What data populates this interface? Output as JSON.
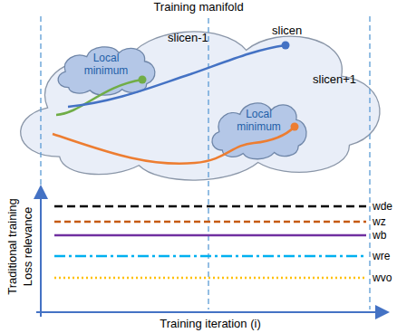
{
  "diagram": {
    "nodes": [
      {
        "text": [
          "Training manifold"
        ]
      },
      {
        "text": [
          "Local minimum"
        ],
        "in": 0
      },
      {
        "text": [
          "Local minimum"
        ],
        "in": 0
      }
    ],
    "labels": [
      "slicen-1",
      "slicen",
      "slicen+1",
      "Traditional training",
      "Loss relevance",
      "Training iteration (i)"
    ],
    "legend": [
      {
        "text": "wde"
      },
      {
        "text": "wz"
      },
      {
        "text": "wb"
      },
      {
        "text": "wre"
      },
      {
        "text": "wvo"
      }
    ]
  }
}
